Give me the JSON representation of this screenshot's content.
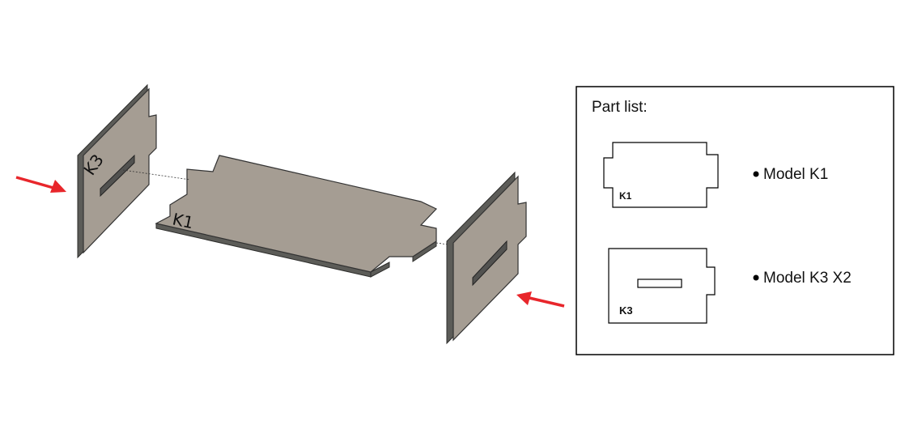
{
  "assembly": {
    "left_plate_label": "K3",
    "base_plate_label": "K1",
    "arrow_color": "#e8262b",
    "plate_face_color": "#a59d93",
    "plate_edge_color": "#5c5c58"
  },
  "part_list": {
    "title": "Part list:",
    "items": [
      {
        "icon_label": "K1",
        "text": "Model K1"
      },
      {
        "icon_label": "K3",
        "text": "Model K3 X2"
      }
    ]
  }
}
